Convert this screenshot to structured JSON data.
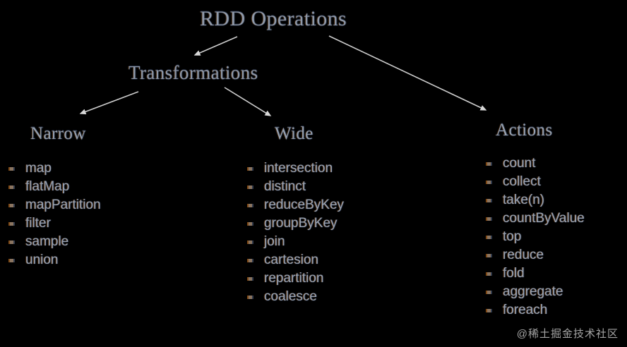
{
  "diagram": {
    "title": "RDD Operations",
    "subtitle": "Transformations",
    "background_color": "#000000",
    "text_color": "#9aa3b2",
    "heading_color": "#95a0b0",
    "arrow_color": "#d0d0d0"
  },
  "columns": [
    {
      "id": "narrow",
      "heading": "Narrow",
      "items": [
        "map",
        "flatMap",
        "mapPartition",
        "filter",
        "sample",
        "union"
      ]
    },
    {
      "id": "wide",
      "heading": "Wide",
      "items": [
        "intersection",
        "distinct",
        "reduceByKey",
        "groupByKey",
        "join",
        "cartesion",
        "repartition",
        "coalesce"
      ]
    },
    {
      "id": "actions",
      "heading": "Actions",
      "items": [
        "count",
        "collect",
        "take(n)",
        "countByValue",
        "top",
        "reduce",
        "fold",
        "aggregate",
        "foreach"
      ]
    }
  ],
  "watermark": {
    "text": "@稀土掘金技术社区"
  }
}
